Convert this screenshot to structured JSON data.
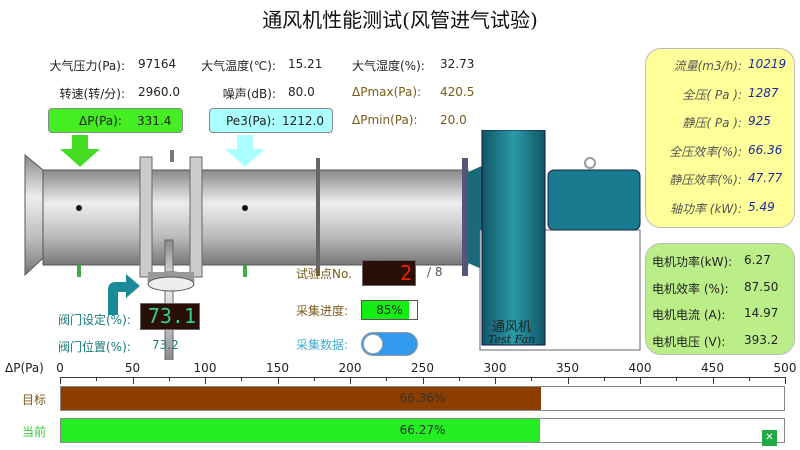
{
  "title": "通风机性能测试(风管进气试验)",
  "ambient": {
    "pressure_label": "大气压力(Pa):",
    "pressure": "97164",
    "temp_label": "大气温度(℃):",
    "temp": "15.21",
    "humidity_label": "大气湿度(%):",
    "humidity": "32.73",
    "speed_label": "转速(转/分):",
    "speed": "2960.0",
    "noise_label": "噪声(dB):",
    "noise": "80.0",
    "dpmax_label": "ΔPmax(Pa):",
    "dpmax": "420.5",
    "dpmin_label": "ΔPmin(Pa):",
    "dpmin": "20.0"
  },
  "dp_box": {
    "label": "ΔP(Pa):",
    "value": "331.4"
  },
  "pe3_box": {
    "label": "Pe3(Pa):",
    "value": "1212.0"
  },
  "fan_label": {
    "cn": "通风机",
    "en": "Test Fan"
  },
  "valve": {
    "set_label": "阀门设定(%):",
    "set_value": "73.1",
    "pos_label": "阀门位置(%):",
    "pos_value": "73.2"
  },
  "test_point": {
    "label": "试验点No.",
    "value": "2",
    "total": "/ 8"
  },
  "progress": {
    "label": "采集进度:",
    "percent": 85,
    "text": "85%"
  },
  "collect": {
    "label": "采集数据:",
    "on": true
  },
  "results": [
    {
      "label": "流量(m3/h):",
      "value": "10219"
    },
    {
      "label": "全压( Pa ):",
      "value": "1287"
    },
    {
      "label": "静压( Pa ):",
      "value": "925"
    },
    {
      "label": "全压效率(%):",
      "value": "66.36"
    },
    {
      "label": "静压效率(%):",
      "value": "47.77"
    },
    {
      "label": "轴功率 (kW):",
      "value": "5.49"
    }
  ],
  "motor": [
    {
      "label": "电机功率(kW):",
      "value": "6.27"
    },
    {
      "label": "电机效率 (%):",
      "value": "87.50"
    },
    {
      "label": "电机电流 (A):",
      "value": "14.97"
    },
    {
      "label": "电机电压 (V):",
      "value": "393.2"
    }
  ],
  "scale": {
    "label": "ΔP(Pa)",
    "min": 0,
    "max": 500,
    "ticks": [
      "0",
      "50",
      "100",
      "150",
      "200",
      "250",
      "300",
      "350",
      "400",
      "450",
      "500"
    ]
  },
  "bars": [
    {
      "label": "目标",
      "value_pa": 331.8,
      "text": "66.36%",
      "color": "#8b3e00",
      "label_color": "#7a5a1a"
    },
    {
      "label": "当前",
      "value_pa": 331.4,
      "text": "66.27%",
      "color": "#22ee22",
      "label_color": "#33cc33"
    }
  ]
}
